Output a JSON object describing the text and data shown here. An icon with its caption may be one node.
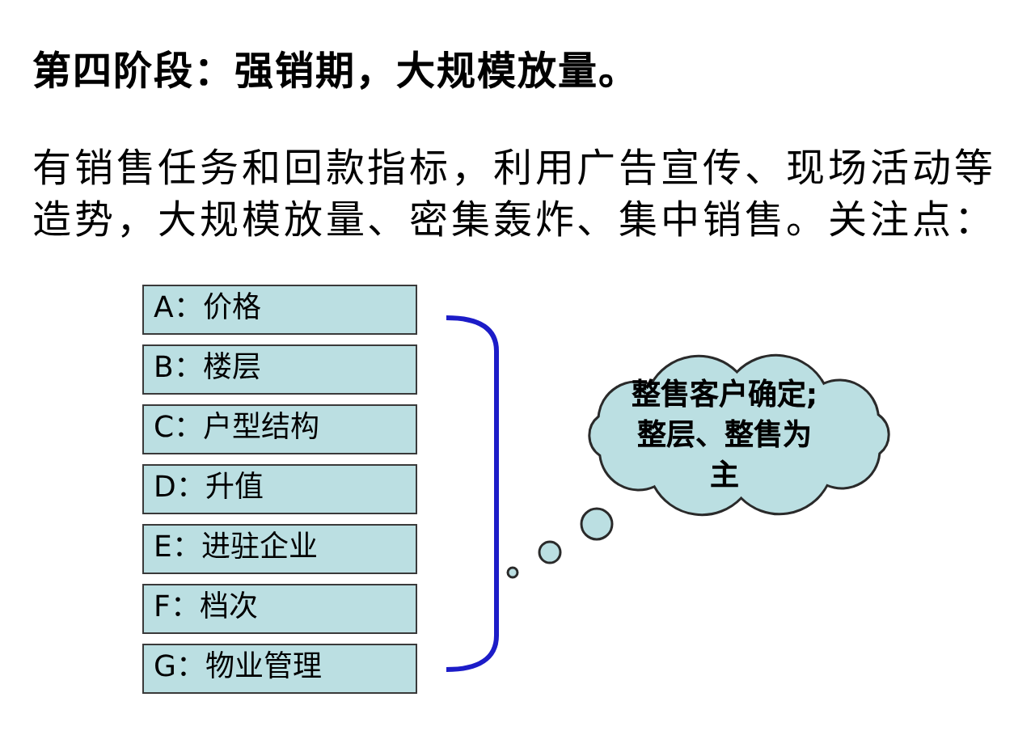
{
  "diagram": {
    "title": "第四阶段：强销期，大规模放量。",
    "nodes": [
      {
        "text": [
          "A：价格"
        ]
      },
      {
        "text": [
          "B：楼层"
        ]
      },
      {
        "text": [
          "C：户型结构"
        ]
      },
      {
        "text": [
          "D：升值"
        ]
      },
      {
        "text": [
          "E：进驻企业"
        ]
      },
      {
        "text": [
          "F：档次"
        ]
      },
      {
        "text": [
          "G：物业管理"
        ]
      },
      {
        "text": [
          "整售客户确定;整层、整售为主"
        ]
      }
    ],
    "labels": [
      "有销售任务和回款指标，利用广告宣传、现场活动等造势，大规模放量、密集轰炸、集中销售。关注点："
    ]
  }
}
